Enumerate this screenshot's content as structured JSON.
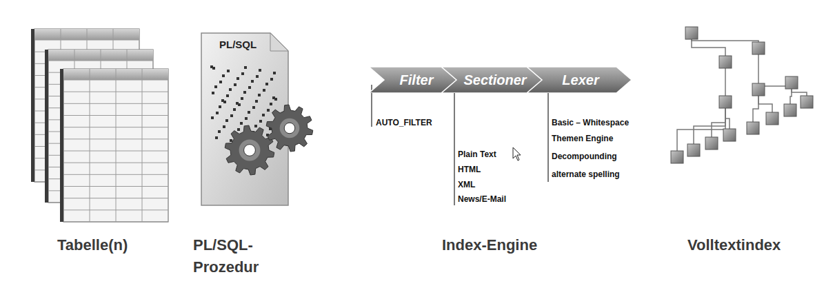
{
  "diagram": {
    "nodes": [
      {
        "text": [
          "Filter"
        ]
      },
      {
        "text": [
          "Sectioner"
        ]
      },
      {
        "text": [
          "Lexer"
        ]
      }
    ],
    "labels": [
      "PL/SQL",
      "AUTO_FILTER",
      "Plain Text",
      "HTML",
      "XML",
      "News/E-Mail",
      "Basic – Whitespace",
      "Themen Engine",
      "Decompounding",
      "alternate spelling",
      "Tabelle(n)",
      "PL/SQL- Prozedur",
      "Index-Engine",
      "Volltextindex"
    ]
  }
}
